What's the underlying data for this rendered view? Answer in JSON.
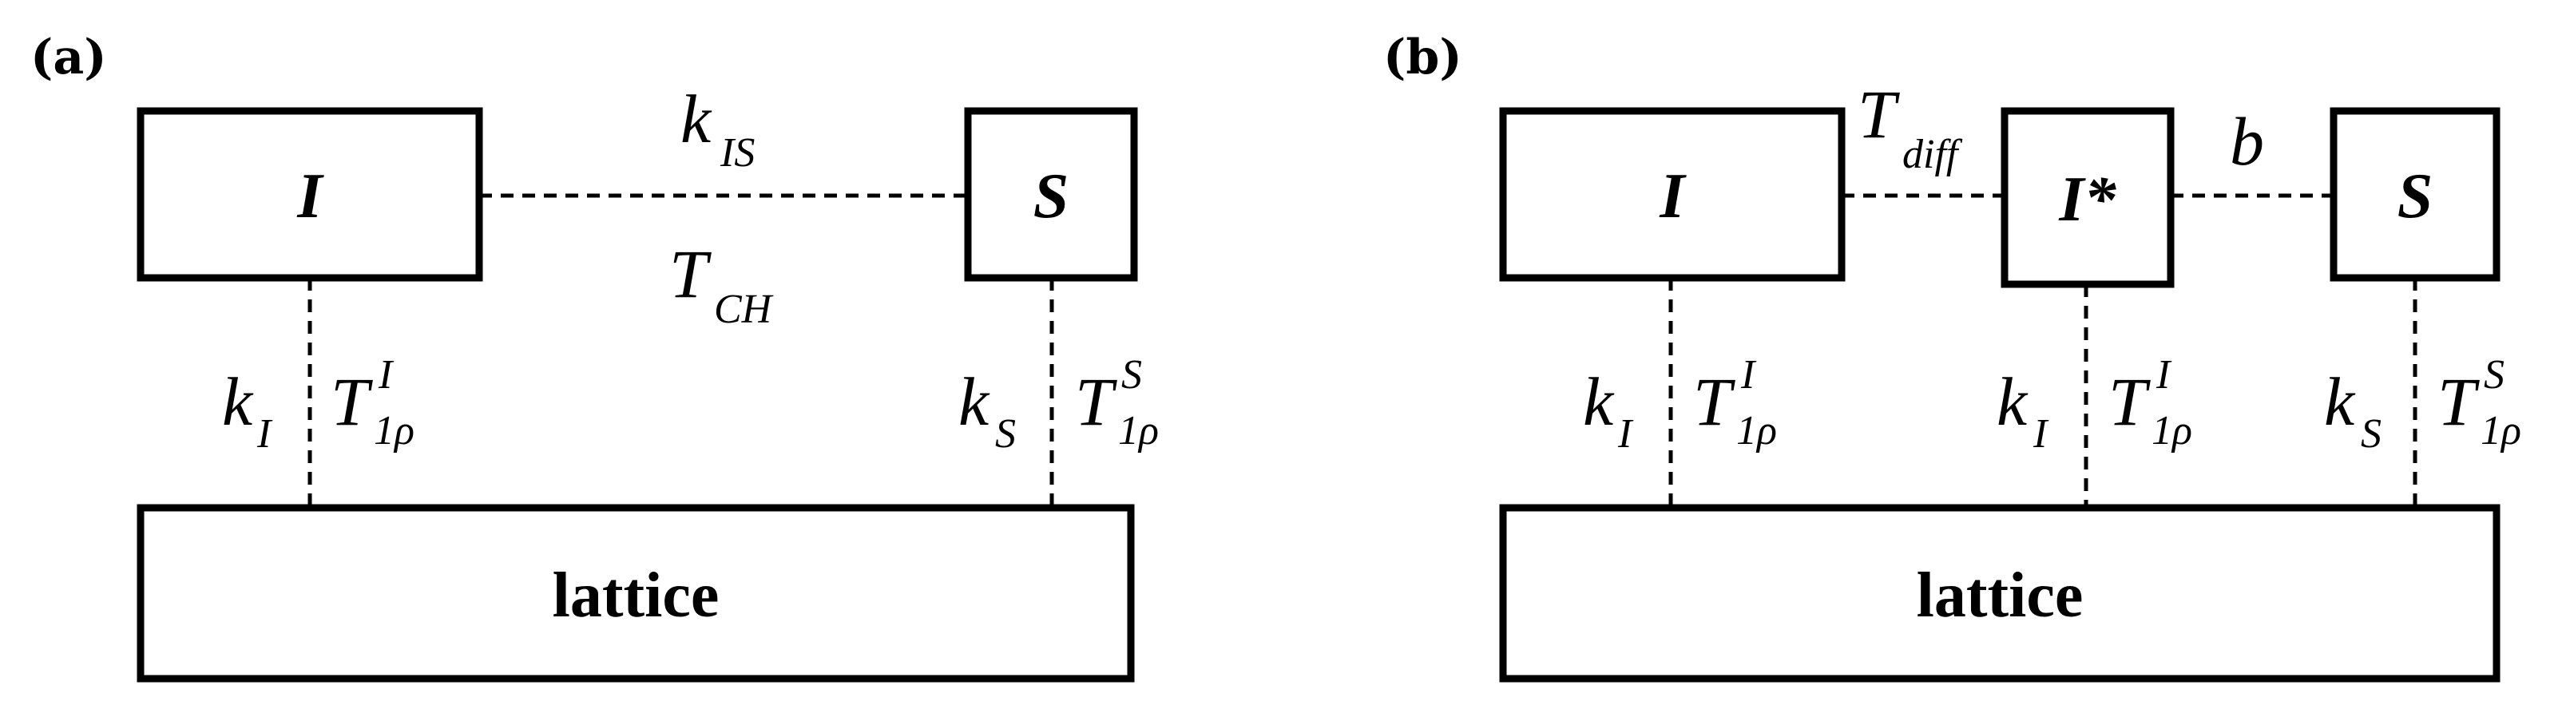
{
  "panel_a": {
    "label": "(a)",
    "box_i": "I",
    "box_s": "S",
    "lattice": "lattice",
    "k_is": {
      "main": "k",
      "sub": "IS"
    },
    "t_ch": {
      "main": "T",
      "sub": "CH"
    },
    "k_i": {
      "main": "k",
      "sub": "I"
    },
    "t1rho_i": {
      "main": "T",
      "sub": "1ρ",
      "sup": "I"
    },
    "k_s": {
      "main": "k",
      "sub": "S"
    },
    "t1rho_s": {
      "main": "T",
      "sub": "1ρ",
      "sup": "S"
    }
  },
  "panel_b": {
    "label": "(b)",
    "box_i": "I",
    "box_istar": "I*",
    "box_s": "S",
    "lattice": "lattice",
    "t_diff": {
      "main": "T",
      "sub": "diff"
    },
    "b": "b",
    "k_i_1": {
      "main": "k",
      "sub": "I"
    },
    "t1rho_i_1": {
      "main": "T",
      "sub": "1ρ",
      "sup": "I"
    },
    "k_i_2": {
      "main": "k",
      "sub": "I"
    },
    "t1rho_i_2": {
      "main": "T",
      "sub": "1ρ",
      "sup": "I"
    },
    "k_s": {
      "main": "k",
      "sub": "S"
    },
    "t1rho_s": {
      "main": "T",
      "sub": "1ρ",
      "sup": "S"
    }
  }
}
